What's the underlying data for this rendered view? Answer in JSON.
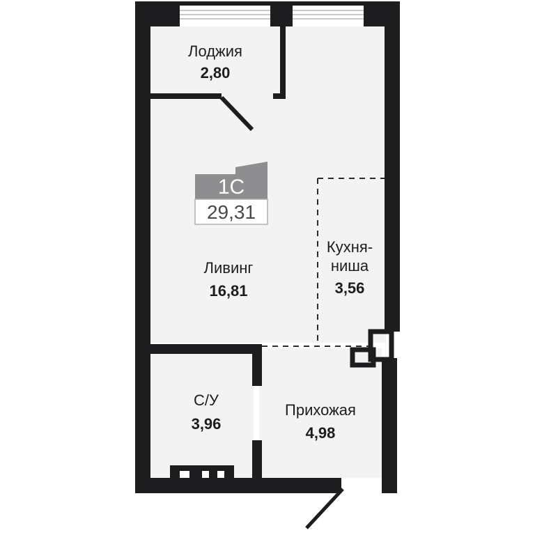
{
  "colors": {
    "wall": "#1d1d1f",
    "floor": "#f3f3f4",
    "badge": "#8e8e90",
    "window": "#c9c9cb",
    "dashed": "#2a2a2a"
  },
  "badge": {
    "type": "1С",
    "total_area": "29,31"
  },
  "rooms": {
    "loggia": {
      "name": "Лоджия",
      "area": "2,80"
    },
    "living": {
      "name": "Ливинг",
      "area": "16,81"
    },
    "kitchen": {
      "name_line1": "Кухня-",
      "name_line2": "ниша",
      "area": "3,56"
    },
    "bathroom": {
      "name": "С/У",
      "area": "3,96"
    },
    "hallway": {
      "name": "Прихожая",
      "area": "4,98"
    }
  },
  "icons": {
    "door": "door-swing-icon",
    "window": "window-icon",
    "shaft": "ventilation-shaft-icon",
    "bath-fixtures": "bath-fixtures-icon"
  }
}
